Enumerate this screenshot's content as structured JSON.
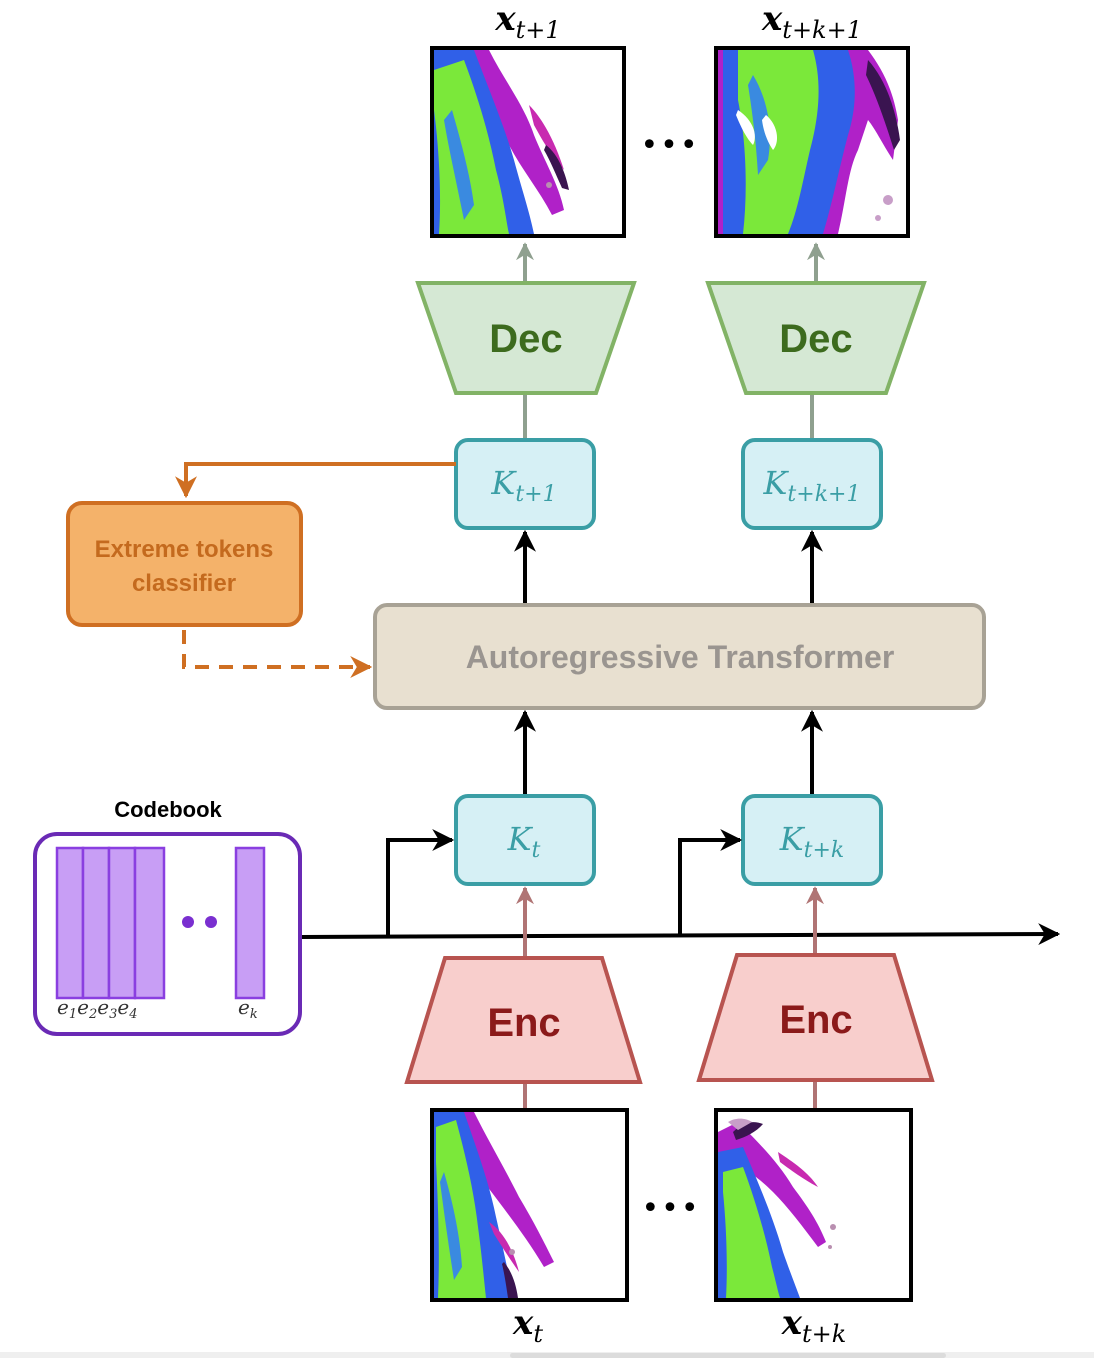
{
  "frames": {
    "top_first": {
      "var": "x",
      "sub": "t+1"
    },
    "top_last": {
      "var": "x",
      "sub": "t+k+1"
    },
    "bottom_first": {
      "var": "x",
      "sub": "t"
    },
    "bottom_last": {
      "var": "x",
      "sub": "t+k"
    },
    "ellipsis": "•••"
  },
  "decoder": {
    "label": "Dec"
  },
  "encoder": {
    "label": "Enc"
  },
  "tokens": {
    "k_t1": {
      "var": "K",
      "sub": "t+1"
    },
    "k_tk1": {
      "var": "K",
      "sub": "t+k+1"
    },
    "k_t": {
      "var": "K",
      "sub": "t"
    },
    "k_tk": {
      "var": "K",
      "sub": "t+k"
    }
  },
  "transformer": {
    "label": "Autoregressive Transformer"
  },
  "classifier": {
    "line1": "Extreme tokens",
    "line2": "classifier"
  },
  "codebook": {
    "title": "Codebook",
    "entries": [
      {
        "var": "e",
        "sub": "1"
      },
      {
        "var": "e",
        "sub": "2"
      },
      {
        "var": "e",
        "sub": "3"
      },
      {
        "var": "e",
        "sub": "4"
      }
    ],
    "last_entry": {
      "var": "e",
      "sub": "k"
    },
    "dots": "••"
  },
  "colors": {
    "decoder_fill": "#d5e8d4",
    "decoder_stroke": "#82b366",
    "decoder_text": "#3d6b1e",
    "encoder_fill": "#f8cecc",
    "encoder_stroke": "#b85450",
    "encoder_text": "#8b1a1a",
    "token_fill": "#d6f0f5",
    "token_stroke": "#3a9ea5",
    "token_text": "#3a9ea5",
    "transformer_fill": "#e8e0d0",
    "transformer_stroke": "#a8a295",
    "transformer_text": "#9a9590",
    "classifier_fill": "#f4b26a",
    "classifier_stroke": "#cf6f22",
    "classifier_text": "#c46a1e",
    "codebook_stroke": "#6a2ab5",
    "codebook_fill": "#c89ef5",
    "codebook_bar_stroke": "#8a3fe0"
  }
}
